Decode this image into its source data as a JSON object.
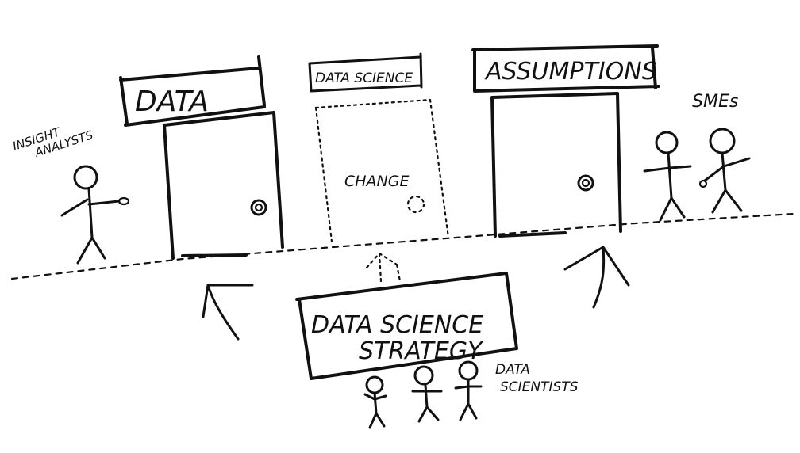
{
  "labels": {
    "data": "DATA",
    "data_science": "DATA SCIENCE",
    "assumptions": "ASSUMPTIONS",
    "change": "CHANGE",
    "strategy_line1": "DATA SCIENCE",
    "strategy_line2": "STRATEGY",
    "insight_line1": "INSIGHT",
    "insight_line2": "ANALYSTS",
    "smes": "SMEs",
    "scientists_line1": "DATA",
    "scientists_line2": "SCIENTISTS"
  },
  "colors": {
    "ink": "#111111",
    "background": "#ffffff"
  }
}
